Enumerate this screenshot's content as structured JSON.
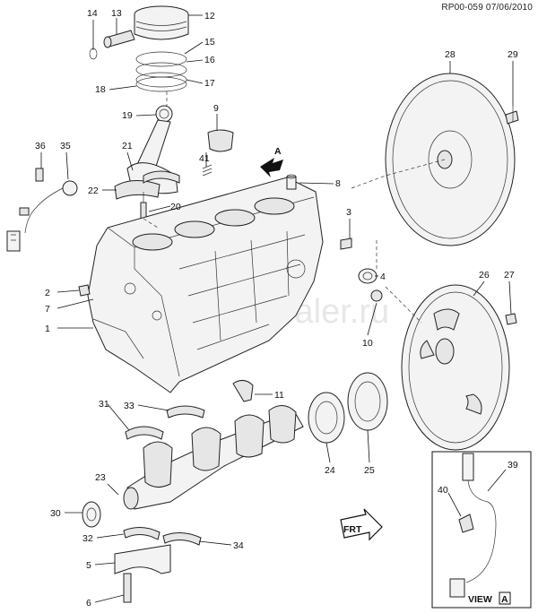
{
  "header": {
    "code": "RP00-059 07/06/2010"
  },
  "watermark": "www.gm-dealer.ru",
  "callouts": {
    "n1": "1",
    "n2": "2",
    "n3": "3",
    "n4": "4",
    "n5": "5",
    "n6": "6",
    "n7": "7",
    "n8": "8",
    "n9": "9",
    "n10": "10",
    "n11": "11",
    "n12": "12",
    "n13": "13",
    "n14": "14",
    "n15": "15",
    "n16": "16",
    "n17": "17",
    "n18": "18",
    "n19": "19",
    "n20": "20",
    "n21": "21",
    "n22": "22",
    "n23": "23",
    "n24": "24",
    "n25": "25",
    "n26": "26",
    "n27": "27",
    "n28": "28",
    "n29": "29",
    "n30": "30",
    "n31": "31",
    "n32": "32",
    "n33": "33",
    "n34": "34",
    "n35": "35",
    "n36": "36",
    "n39": "39",
    "n40": "40",
    "n41": "41"
  },
  "view_arrow_label": "A",
  "front_arrow_label": "FRT",
  "inset": {
    "title": "VIEW",
    "view_letter": "A"
  }
}
